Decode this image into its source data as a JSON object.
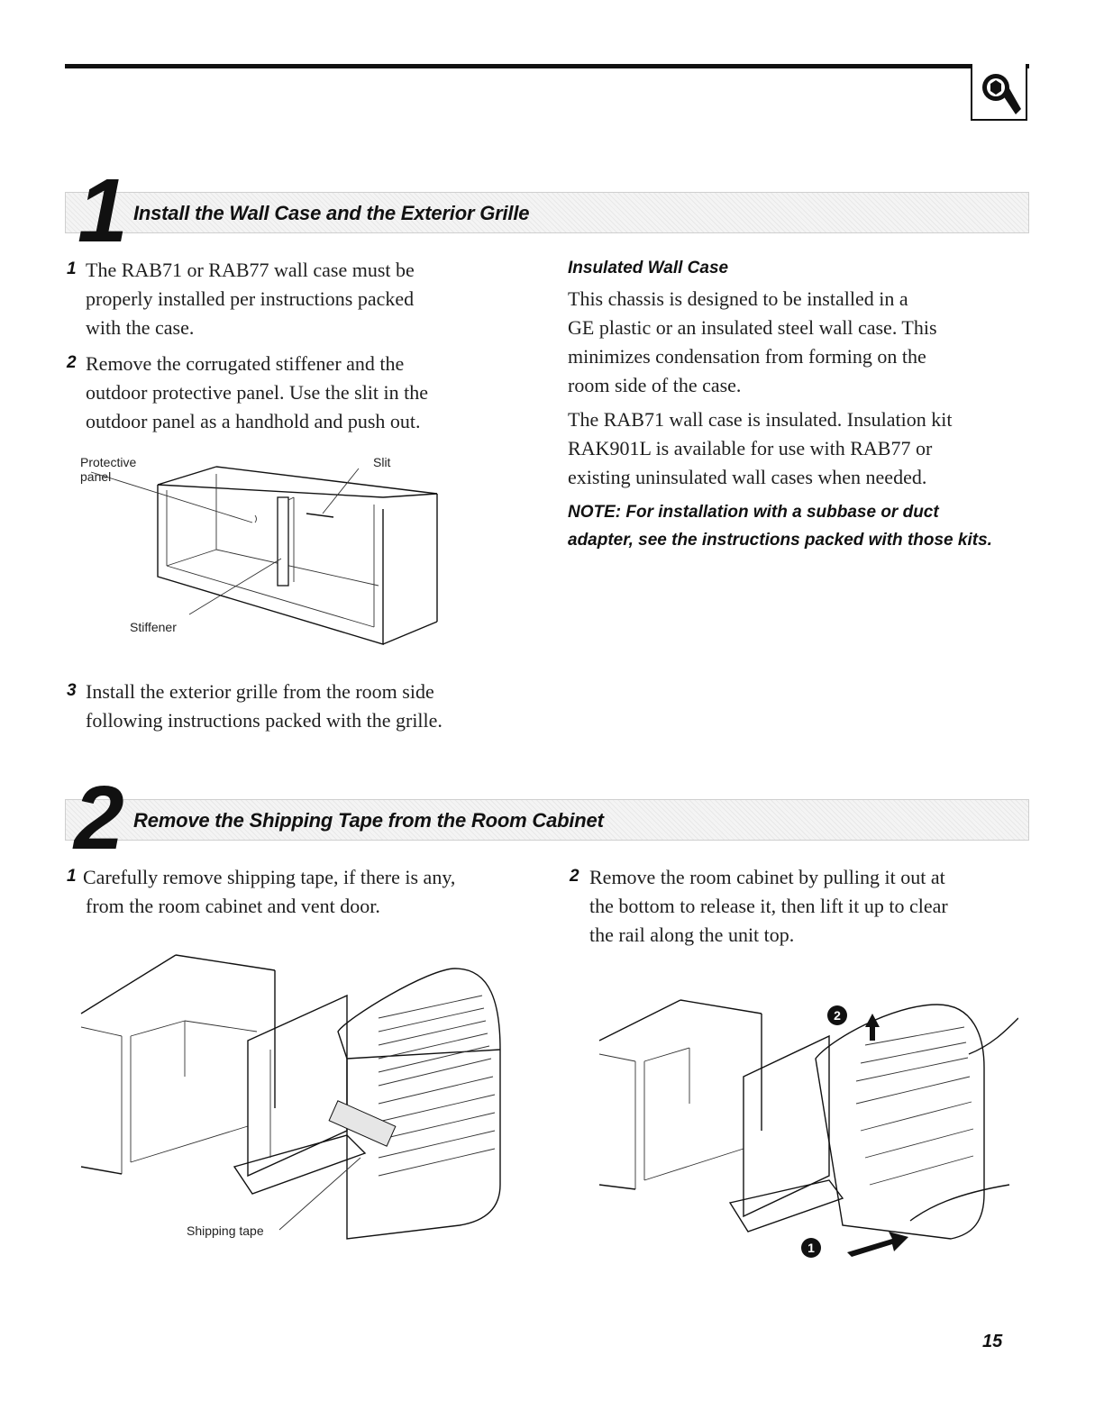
{
  "header": {
    "icon": "wrench-icon"
  },
  "section1": {
    "number": "1",
    "title": "Install the Wall Case and the Exterior Grille",
    "steps": [
      {
        "num": "1",
        "lines": [
          "The RAB71 or RAB77 wall case must be",
          "properly installed per instructions packed",
          "with the case."
        ]
      },
      {
        "num": "2",
        "lines": [
          "Remove the corrugated stiffener and the",
          "outdoor protective panel. Use the slit in the",
          "outdoor panel as a handhold and push out."
        ]
      },
      {
        "num": "3",
        "lines": [
          "Install the exterior grille from the room side",
          "following instructions packed with the grille."
        ]
      }
    ],
    "figure_labels": {
      "protective": "Protective",
      "panel": "panel",
      "slit": "Slit",
      "stiffener": "Stiffener"
    },
    "insulated": {
      "heading": "Insulated Wall Case",
      "para1": [
        "This chassis is designed to be installed in a",
        "GE plastic or an insulated steel wall case. This",
        "minimizes condensation from forming on the",
        "room side of the case."
      ],
      "para2": [
        "The RAB71 wall case is insulated. Insulation kit",
        "RAK901L is available for use with RAB77 or",
        "existing uninsulated wall cases when needed."
      ],
      "note": [
        "NOTE: For installation with a subbase or duct",
        "adapter, see the instructions packed with those kits."
      ]
    }
  },
  "section2": {
    "number": "2",
    "title": "Remove the Shipping Tape from the Room Cabinet",
    "steps": [
      {
        "num": "1",
        "lines": [
          "Carefully remove shipping tape, if there is any,",
          "from the room cabinet and vent door."
        ]
      },
      {
        "num": "2",
        "lines": [
          "Remove the room cabinet by pulling it out at",
          "the bottom to release it, then lift it up to clear",
          "the rail along the unit top."
        ]
      }
    ],
    "figure_labels": {
      "shipping_tape": "Shipping tape",
      "marker1": "1",
      "marker2": "2"
    }
  },
  "footer": {
    "page_number": "15"
  }
}
